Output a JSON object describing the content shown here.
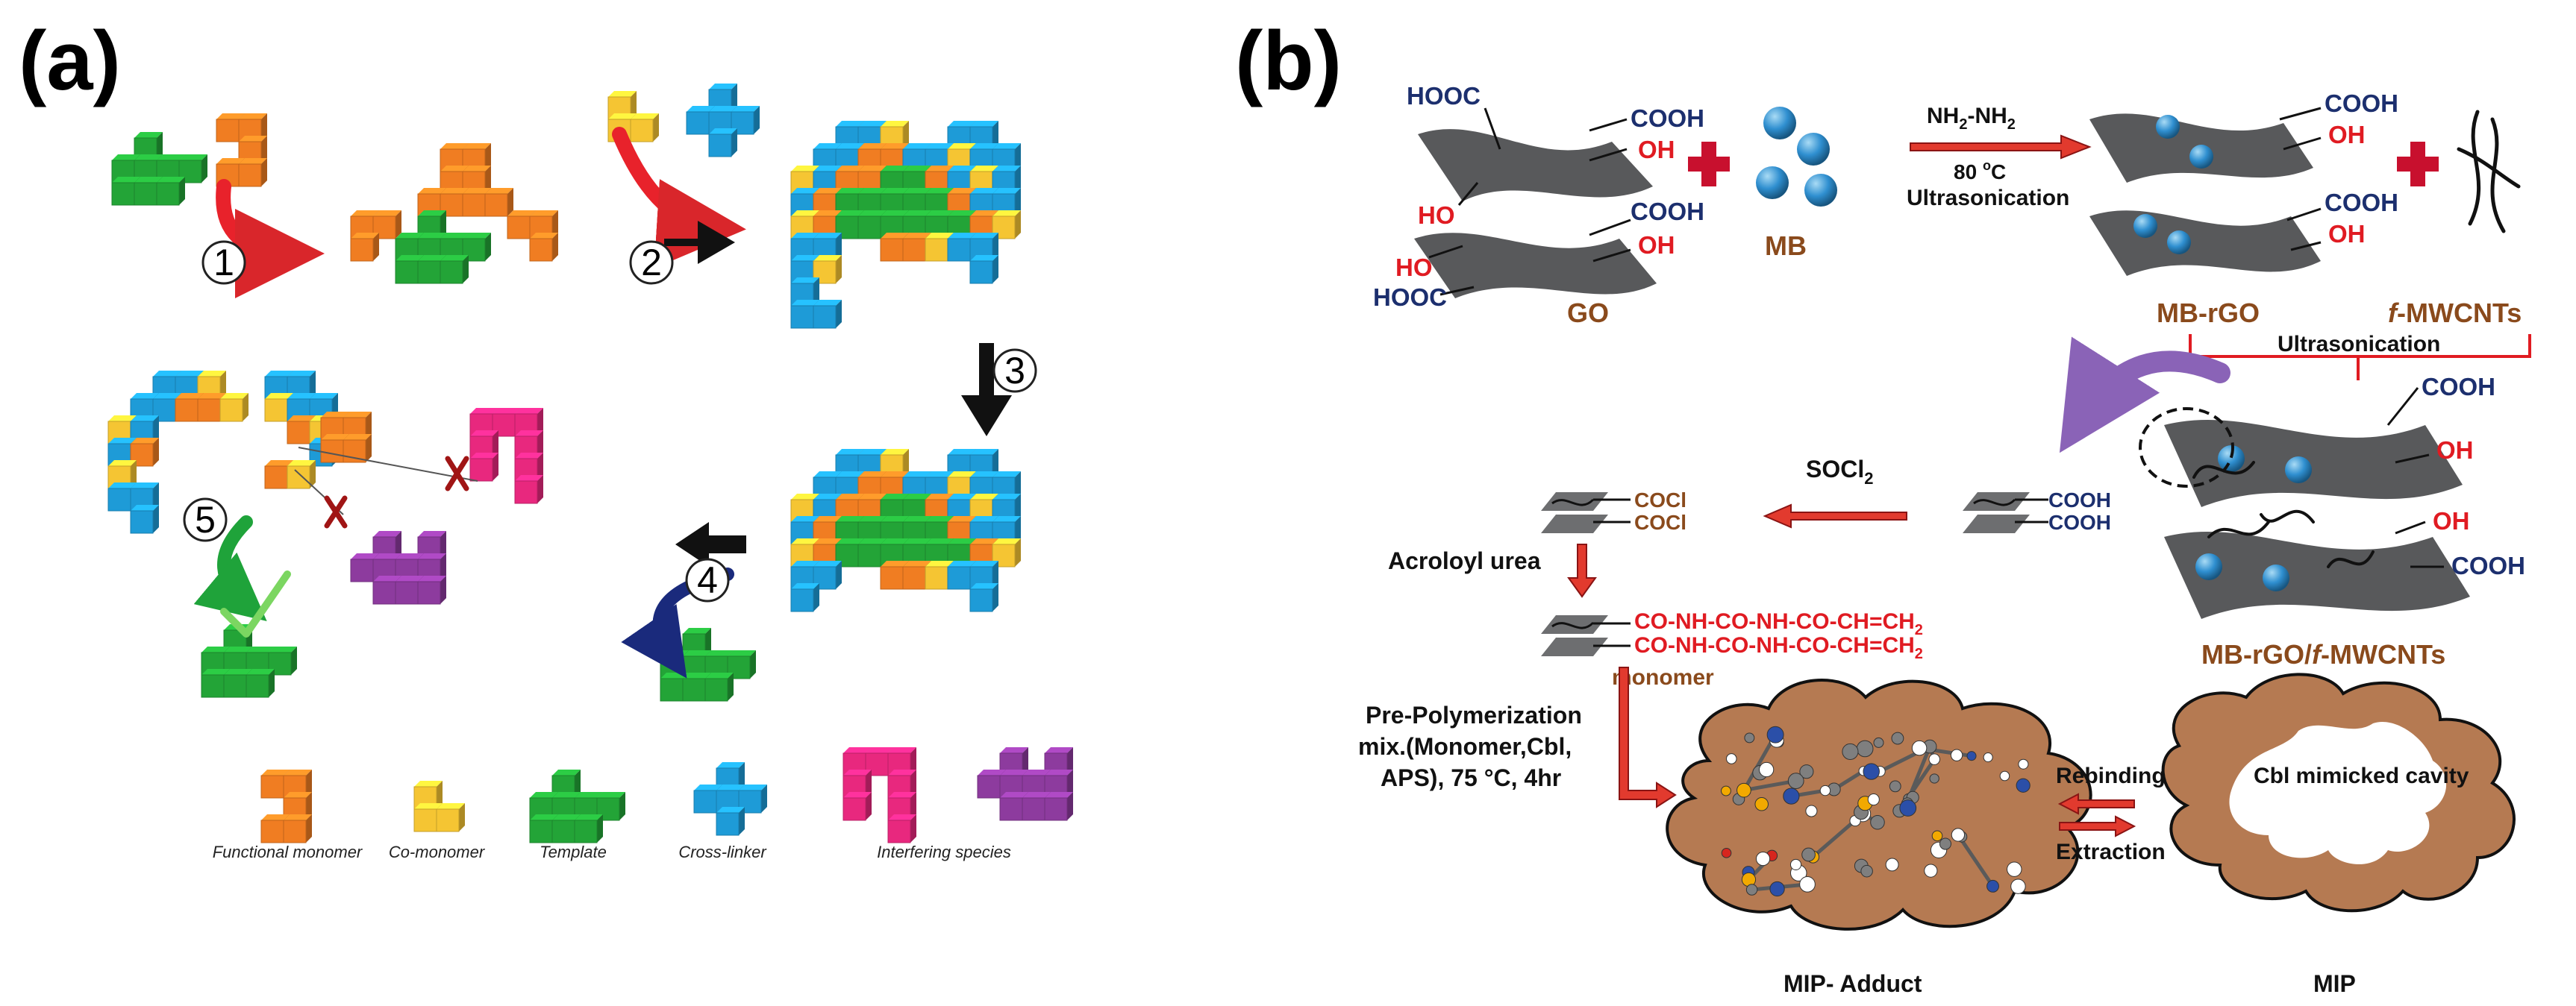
{
  "panel_a": {
    "label": "(a)",
    "steps": [
      "1",
      "2",
      "3",
      "4",
      "5"
    ],
    "legend": [
      "Functional monomer",
      "Co-monomer",
      "Template",
      "Cross-linker",
      "Interfering species"
    ]
  },
  "panel_b": {
    "label": "(b)",
    "go_groups": {
      "hooc_top": "HOOC",
      "cooh_1": "COOH",
      "oh_1": "OH",
      "ho_1": "HO",
      "cooh_2": "COOH",
      "oh_2": "OH",
      "ho_2": "HO",
      "hooc_bottom": "HOOC"
    },
    "go_label": "GO",
    "mb_label": "MB",
    "reagent": {
      "hydrazine": "NH",
      "sub2a": "2",
      "dash": "-NH",
      "sub2b": "2",
      "temp": "80 ",
      "deg": "o",
      "tempc": "C",
      "ultra": "Ultrasonication"
    },
    "mbrgo_groups": {
      "cooh_1": "COOH",
      "oh_1": "OH",
      "cooh_2": "COOH",
      "oh_2": "OH"
    },
    "mbrgo_label": "MB-rGO",
    "fmwcnt_f": "f",
    "fmwcnt_rest": "-MWCNTs",
    "ultrasonication2": "Ultrasonication",
    "composite_groups": {
      "cooh_1": "COOH",
      "oh_1": "OH",
      "oh_2": "OH",
      "cooh_2": "COOH"
    },
    "composite_label_a": "MB-rGO/",
    "composite_label_f": "f",
    "composite_label_b": "-MWCNTs",
    "small_cooh_1": "COOH",
    "small_cooh_2": "COOH",
    "socl": "SOCl",
    "socl_sub": "2",
    "cocl_1": "COCl",
    "cocl_2": "COCl",
    "acroloyl": "Acroloyl urea",
    "chain_1": "CO-NH-CO-NH-CO-CH=CH",
    "chain_1_sub": "2",
    "chain_2": "CO-NH-CO-NH-CO-CH=CH",
    "chain_2_sub": "2",
    "monomer": "monomer",
    "prepoly": [
      "Pre-Polymerization",
      "mix.(Monomer,Cbl,",
      "APS), 75 °C,  4hr"
    ],
    "rebinding": "Rebinding",
    "extraction": "Extraction",
    "cavity": "Cbl mimicked cavity",
    "mip_adduct": "MIP- Adduct",
    "mip": "MIP"
  },
  "colors": {
    "functional_monomer": "#f07d22",
    "co_monomer": "#f5c533",
    "template": "#23a437",
    "cross_linker": "#1e9bd7",
    "interferer_pink": "#e8287e",
    "interferer_purple": "#8d3b9e",
    "sheet_gray": "#58595b",
    "blob_brown": "#b57a52",
    "arrow_red": "#d9262b",
    "arrow_purple": "#8a63b7",
    "arrow_navy": "#1a2a7c"
  }
}
